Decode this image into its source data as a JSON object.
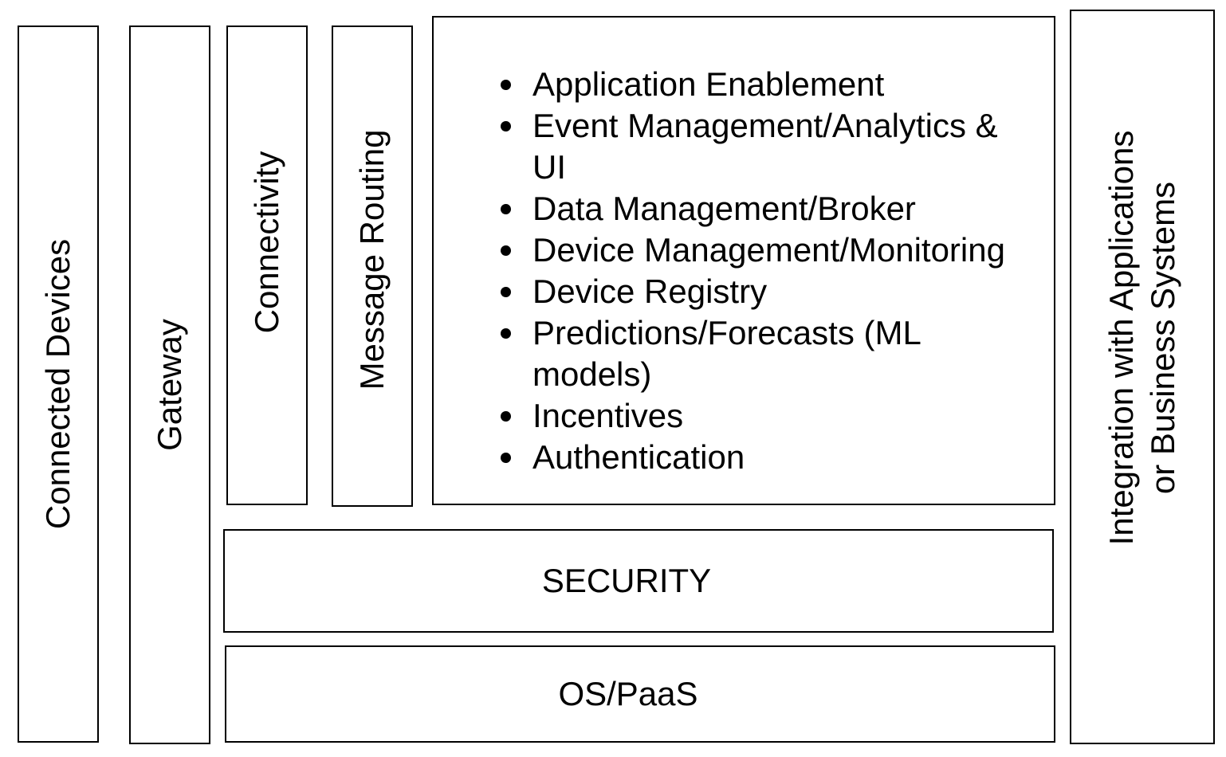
{
  "columns": {
    "connected_devices": "Connected Devices",
    "gateway": "Gateway",
    "connectivity": "Connectivity",
    "message_routing": "Message Routing",
    "integration": "Integration with Applications\nor Business Systems"
  },
  "features": [
    "Application Enablement",
    "Event Management/Analytics & UI",
    "Data Management/Broker",
    "Device Management/Monitoring",
    "Device Registry",
    "Predictions/Forecasts (ML models)",
    "Incentives",
    "Authentication"
  ],
  "layers": {
    "security": "SECURITY",
    "os_paas": "OS/PaaS"
  }
}
